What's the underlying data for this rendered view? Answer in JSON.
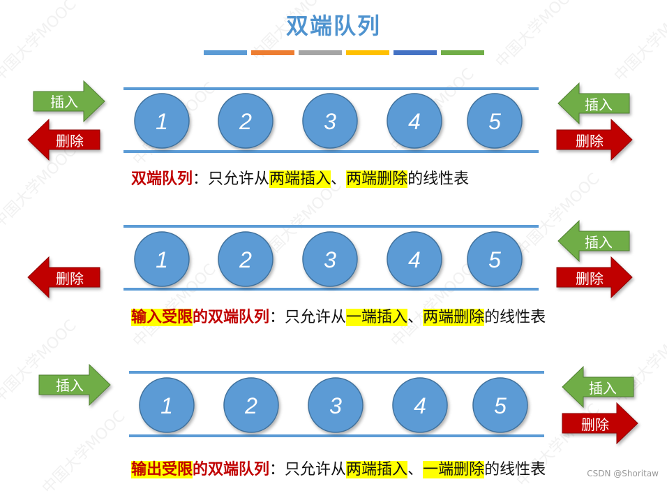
{
  "title": "双端队列",
  "title_bar_colors": [
    "#5b9bd5",
    "#ed7d31",
    "#a5a5a5",
    "#ffc000",
    "#4472c4",
    "#70ad47"
  ],
  "colors": {
    "ball_fill": "#5b9bd5",
    "ball_stroke": "#41719c",
    "rail": "#5b9bd5",
    "insert_arrow": "#70ad47",
    "delete_arrow": "#c00000",
    "title": "#4f93cf"
  },
  "labels": {
    "insert": "插入",
    "delete": "删除"
  },
  "queues": [
    {
      "items": [
        "1",
        "2",
        "3",
        "4",
        "5"
      ],
      "left_ops": [
        "insert",
        "delete"
      ],
      "right_ops": [
        "insert",
        "delete"
      ],
      "caption": {
        "lead_red": "双端队列",
        "lead_hl": "",
        "text1": "：只允许从",
        "hl1": "两端插入",
        "text2": "、",
        "hl2": "两端删除",
        "text3": "的线性表"
      }
    },
    {
      "items": [
        "1",
        "2",
        "3",
        "4",
        "5"
      ],
      "left_ops": [
        "delete"
      ],
      "right_ops": [
        "insert",
        "delete"
      ],
      "caption": {
        "lead_hl": "输入受限",
        "lead_red": "的双端队列",
        "text1": "：只允许从",
        "hl1": "一端插入",
        "text2": "、",
        "hl2": "两端删除",
        "text3": "的线性表"
      }
    },
    {
      "items": [
        "1",
        "2",
        "3",
        "4",
        "5"
      ],
      "left_ops": [
        "insert"
      ],
      "right_ops": [
        "insert",
        "delete"
      ],
      "caption": {
        "lead_hl": "输出受限",
        "lead_red": "的双端队列",
        "text1": "：只允许从",
        "hl1": "两端插入",
        "text2": "、",
        "hl2": "一端删除",
        "text3": "的线性表"
      }
    }
  ],
  "watermark": "中国大学MOOC",
  "credit": "CSDN @Shoritaw"
}
